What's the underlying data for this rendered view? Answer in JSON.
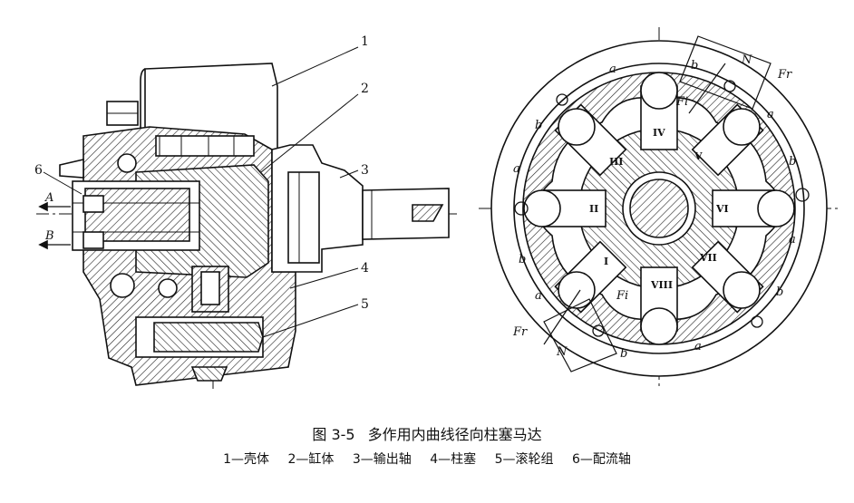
{
  "figure": {
    "number": "图 3-5",
    "title": "多作用内曲线径向柱塞马达",
    "legend": [
      "1—壳体",
      "2—缸体",
      "3—输出轴",
      "4—柱塞",
      "5—滚轮组",
      "6—配流轴"
    ]
  },
  "side_view": {
    "callouts": [
      "1",
      "2",
      "3",
      "4",
      "5",
      "6"
    ],
    "ports": [
      "A",
      "B"
    ]
  },
  "end_view": {
    "force_labels": [
      "N",
      "Fr",
      "Fi",
      "Fi",
      "Fr",
      "N"
    ],
    "region_labels": [
      "a",
      "b"
    ],
    "cylinder_numerals": [
      "I",
      "II",
      "III",
      "IV",
      "V",
      "VI",
      "VII",
      "VIII"
    ]
  }
}
